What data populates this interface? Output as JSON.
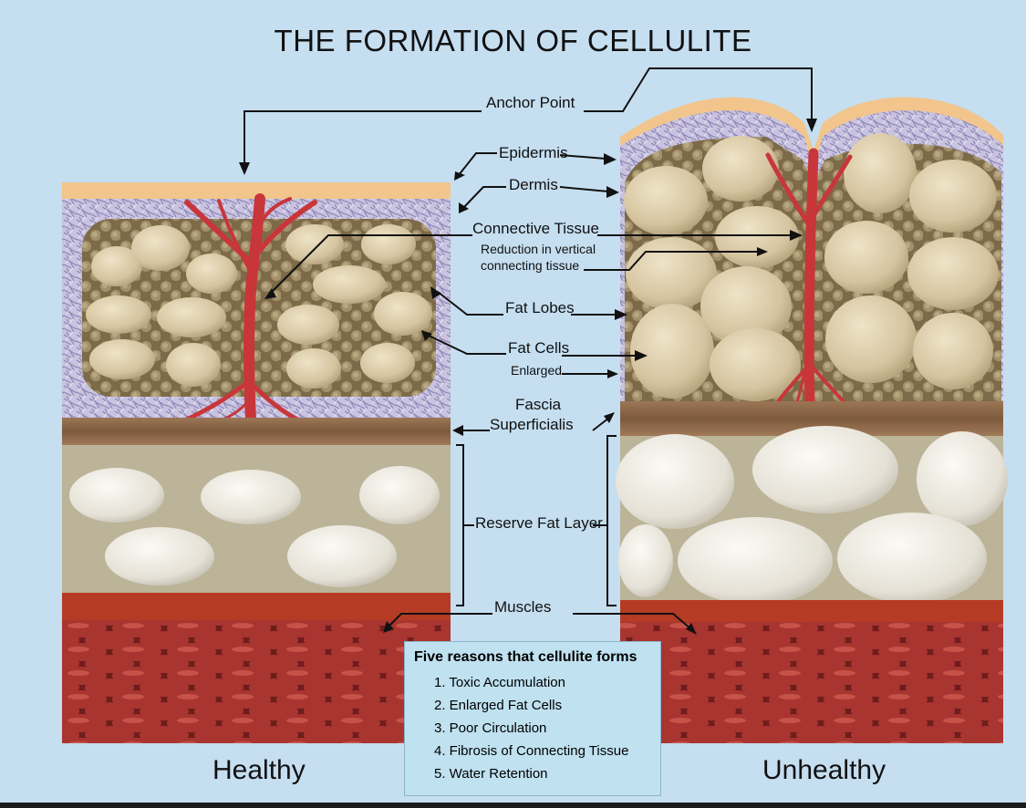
{
  "title": "THE FORMATION OF CELLULITE",
  "labels": {
    "anchor_point": "Anchor Point",
    "epidermis": "Epidermis",
    "dermis": "Dermis",
    "connective_tissue": "Connective Tissue",
    "reduction_line1": "Reduction in vertical",
    "reduction_line2": "connecting tissue",
    "fat_lobes": "Fat Lobes",
    "fat_cells": "Fat Cells",
    "enlarged": "Enlarged",
    "fascia_line1": "Fascia",
    "fascia_line2": "Superficialis",
    "reserve_fat_layer": "Reserve Fat Layer",
    "muscles": "Muscles"
  },
  "captions": {
    "healthy": "Healthy",
    "unhealthy": "Unhealthy"
  },
  "reasons": {
    "heading": "Five reasons that cellulite forms",
    "items": [
      "1. Toxic Accumulation",
      "2. Enlarged Fat Cells",
      "3. Poor Circulation",
      "4. Fibrosis of Connecting Tissue",
      "5. Water Retention"
    ]
  },
  "colors": {
    "background": "#c5def0",
    "epidermis": "#f1c58c",
    "dermis": "#b7b2d4",
    "fat_lobe_bg": "#8c7b57",
    "fat_cell": "#d8c8a6",
    "connective": "#cc3b38",
    "fascia": "#8f6a4a",
    "reserve_bg": "#bdb59a",
    "reserve_cell": "#ebe7de",
    "muscle": "#9c2e2a"
  }
}
